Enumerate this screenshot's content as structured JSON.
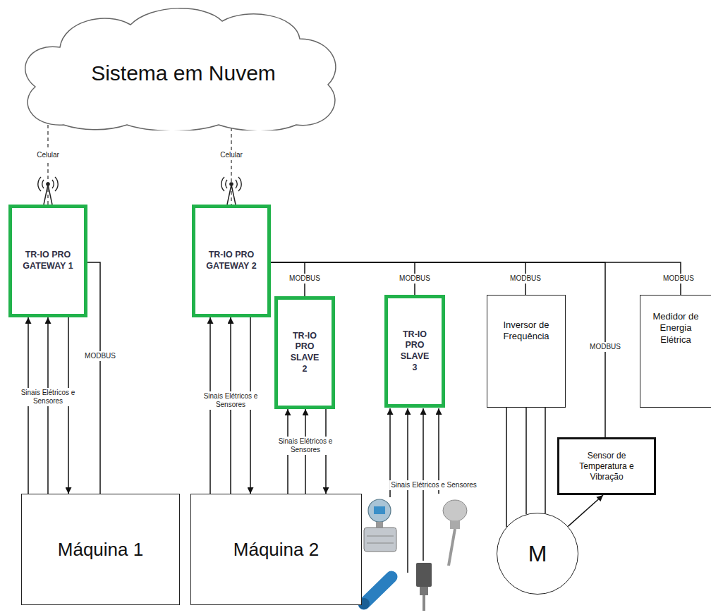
{
  "diagram": {
    "nodes": [
      {
        "text": [
          "Sistema em Nuvem"
        ]
      },
      {
        "text": [
          "TR-IO PRO GATEWAY 1"
        ]
      },
      {
        "text": [
          "TR-IO PRO GATEWAY 2"
        ]
      },
      {
        "text": [
          "TR-IO PRO SLAVE 2"
        ]
      },
      {
        "text": [
          "TR-IO PRO SLAVE 3"
        ]
      },
      {
        "text": [
          "Inversor de Frequência"
        ]
      },
      {
        "text": [
          "Medidor de Energia Elétrica"
        ]
      },
      {
        "text": [
          "Sensor de Temperatura e Vibração"
        ]
      },
      {
        "text": [
          "Máquina 1"
        ]
      },
      {
        "text": [
          "Máquina 2"
        ]
      },
      {
        "text": [
          "M"
        ]
      }
    ],
    "edges": [
      {
        "from": 0,
        "to": 1,
        "arrow": "none",
        "label": "Celular"
      },
      {
        "from": 0,
        "to": 2,
        "arrow": "none",
        "label": "Celular"
      },
      {
        "from": 8,
        "to": 1,
        "arrow": "to"
      },
      {
        "from": 8,
        "to": 1,
        "arrow": "to",
        "label": "Sinais Elétricos e Sensores"
      },
      {
        "from": 1,
        "to": 8,
        "arrow": "to"
      },
      {
        "from": 1,
        "to": 8,
        "arrow": "none",
        "label": "MODBUS"
      },
      {
        "from": 9,
        "to": 2,
        "arrow": "to"
      },
      {
        "from": 9,
        "to": 2,
        "arrow": "to",
        "label": "Sinais Elétricos e Sensores"
      },
      {
        "from": 2,
        "to": 9,
        "arrow": "to"
      },
      {
        "from": 9,
        "to": 3,
        "arrow": "to"
      },
      {
        "from": 9,
        "to": 3,
        "arrow": "to",
        "label": "Sinais Elétricos e Sensores"
      },
      {
        "from": 3,
        "to": 9,
        "arrow": "to"
      },
      {
        "from": 2,
        "to": 3,
        "arrow": "none",
        "label": "MODBUS"
      },
      {
        "from": 2,
        "to": 4,
        "arrow": "none",
        "label": "MODBUS"
      },
      {
        "from": 2,
        "to": 5,
        "arrow": "none",
        "label": "MODBUS"
      },
      {
        "from": 2,
        "to": 7,
        "arrow": "none",
        "label": "MODBUS"
      },
      {
        "from": 2,
        "to": 6,
        "arrow": "none",
        "label": "MODBUS"
      },
      {
        "from": 5,
        "to": 10,
        "arrow": "none"
      },
      {
        "from": 5,
        "to": 10,
        "arrow": "none"
      },
      {
        "from": 5,
        "to": 10,
        "arrow": "none"
      },
      {
        "from": 10,
        "to": 7,
        "arrow": "to"
      }
    ],
    "labels": [
      "Sinais Elétricos e Sensores"
    ]
  }
}
